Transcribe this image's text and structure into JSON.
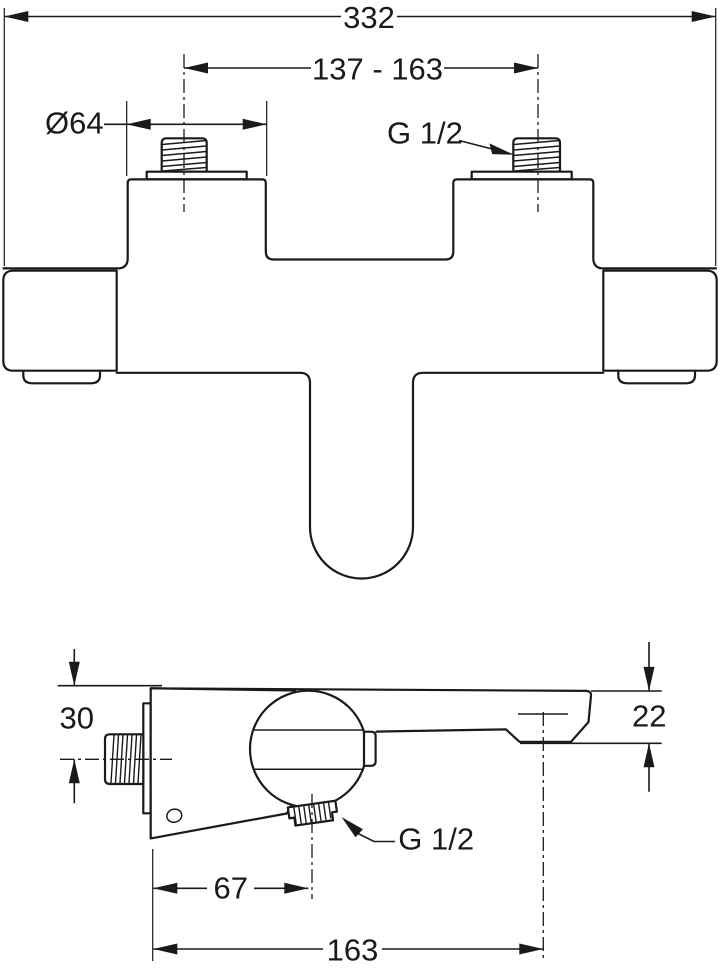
{
  "drawing": {
    "type": "technical-dimension-drawing",
    "subject": "wall-mounted bath/shower mixer tap, front view and side view",
    "colors": {
      "background": "#ffffff",
      "line": "#1a1a1a"
    },
    "front_view": {
      "dim_overall_width": "332",
      "dim_center_distance": "137 - 163",
      "dim_escutcheon_diameter": "Ø64",
      "label_inlet_thread": "G 1/2"
    },
    "side_view": {
      "dim_top_to_inlet_center": "30",
      "dim_spout_end_height": "22",
      "dim_outlet_offset": "67",
      "dim_spout_reach": "163",
      "label_outlet_thread": "G 1/2"
    }
  }
}
